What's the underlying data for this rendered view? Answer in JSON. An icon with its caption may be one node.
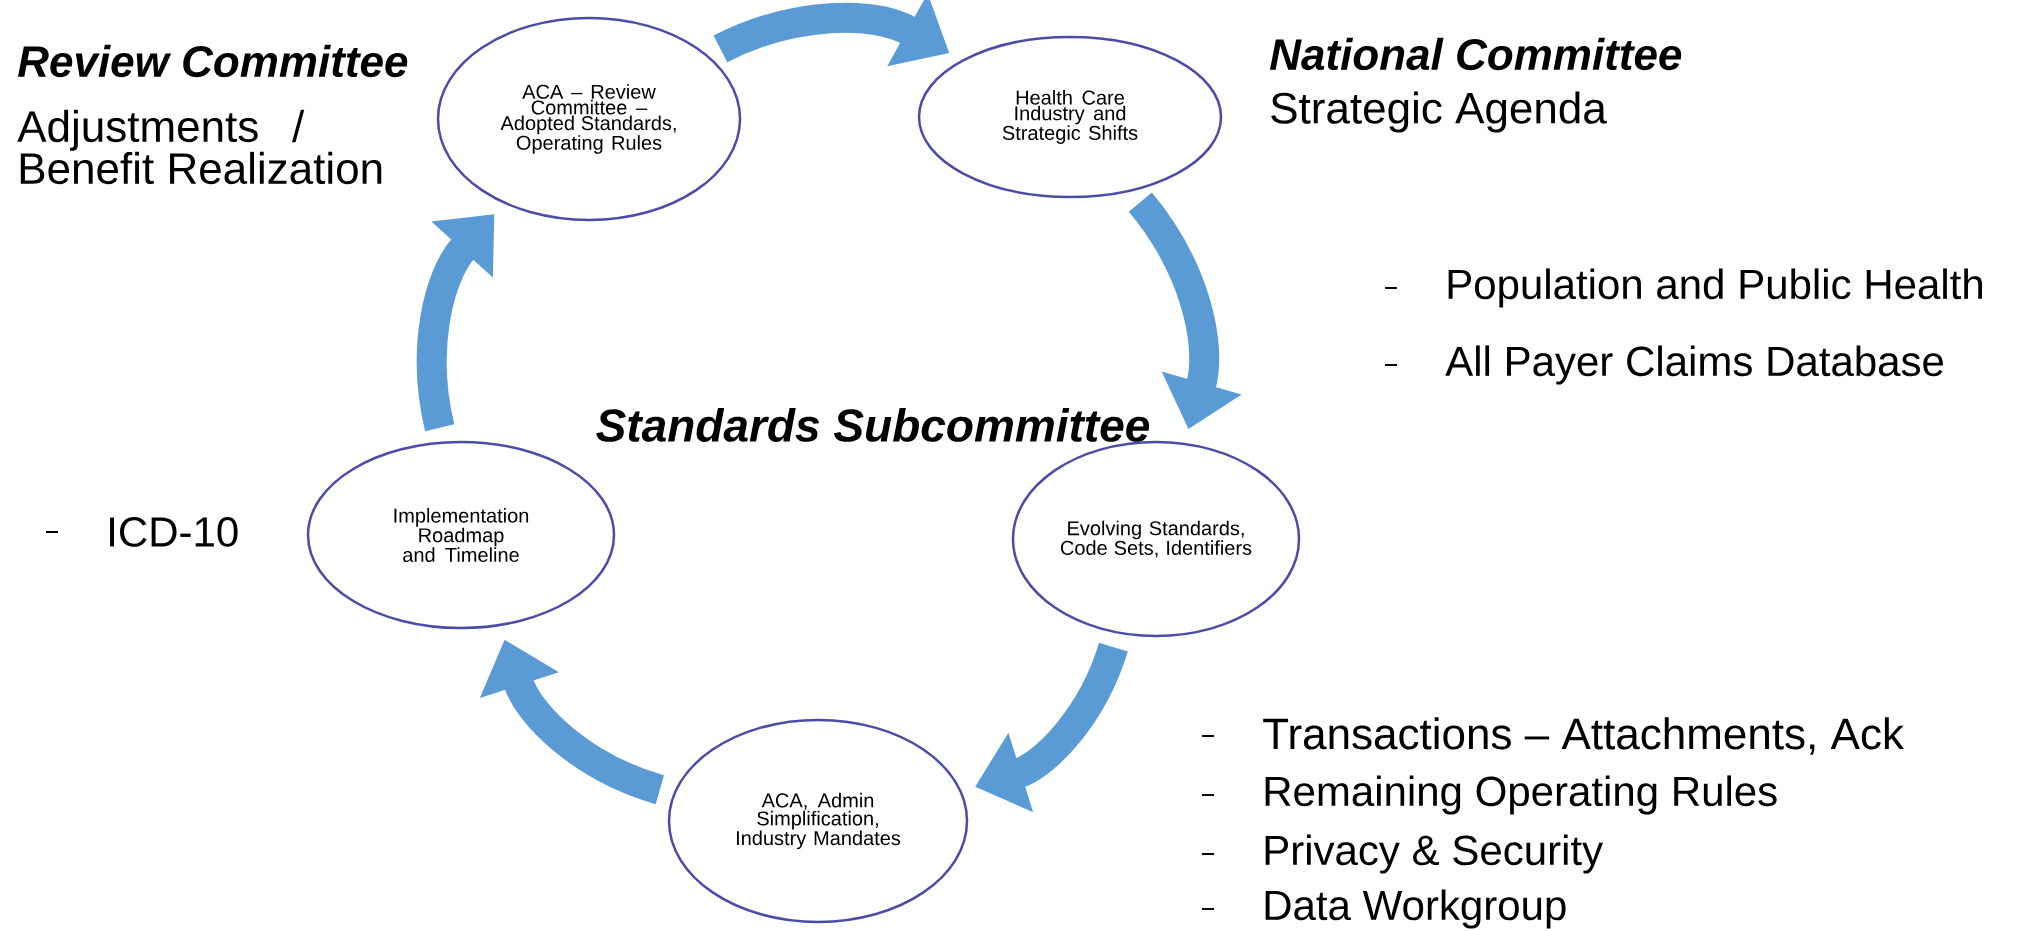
{
  "diagram": {
    "nodes": [
      {
        "text": [
          "ACA – Review Committee – Adopted Standards, Operating Rules"
        ]
      },
      {
        "text": [
          "Health Care Industry and Strategic Shifts"
        ]
      },
      {
        "text": [
          "Evolving Standards, Code Sets, Identifiers"
        ]
      },
      {
        "text": [
          "ACA, Admin Simplification, Industry Mandates"
        ]
      },
      {
        "text": [
          "Implementation Roadmap and Timeline"
        ]
      }
    ],
    "edges": [
      {
        "from": 0,
        "to": 1,
        "arrow": "to"
      },
      {
        "from": 1,
        "to": 2,
        "arrow": "to"
      },
      {
        "from": 2,
        "to": 3,
        "arrow": "to"
      },
      {
        "from": 3,
        "to": 4,
        "arrow": "to"
      },
      {
        "from": 4,
        "to": 0,
        "arrow": "to"
      }
    ],
    "labels": [
      "Review Committee",
      "Adjustments / Benefit Realization",
      "National Committee",
      "Strategic Agenda",
      "Population and Public Health",
      "All Payer Claims Database",
      "Standards Subcommittee",
      "ICD-10",
      "Transactions – Attachments, Ack",
      "Remaining Operating Rules",
      "Privacy & Security",
      "Data Workgroup"
    ]
  }
}
